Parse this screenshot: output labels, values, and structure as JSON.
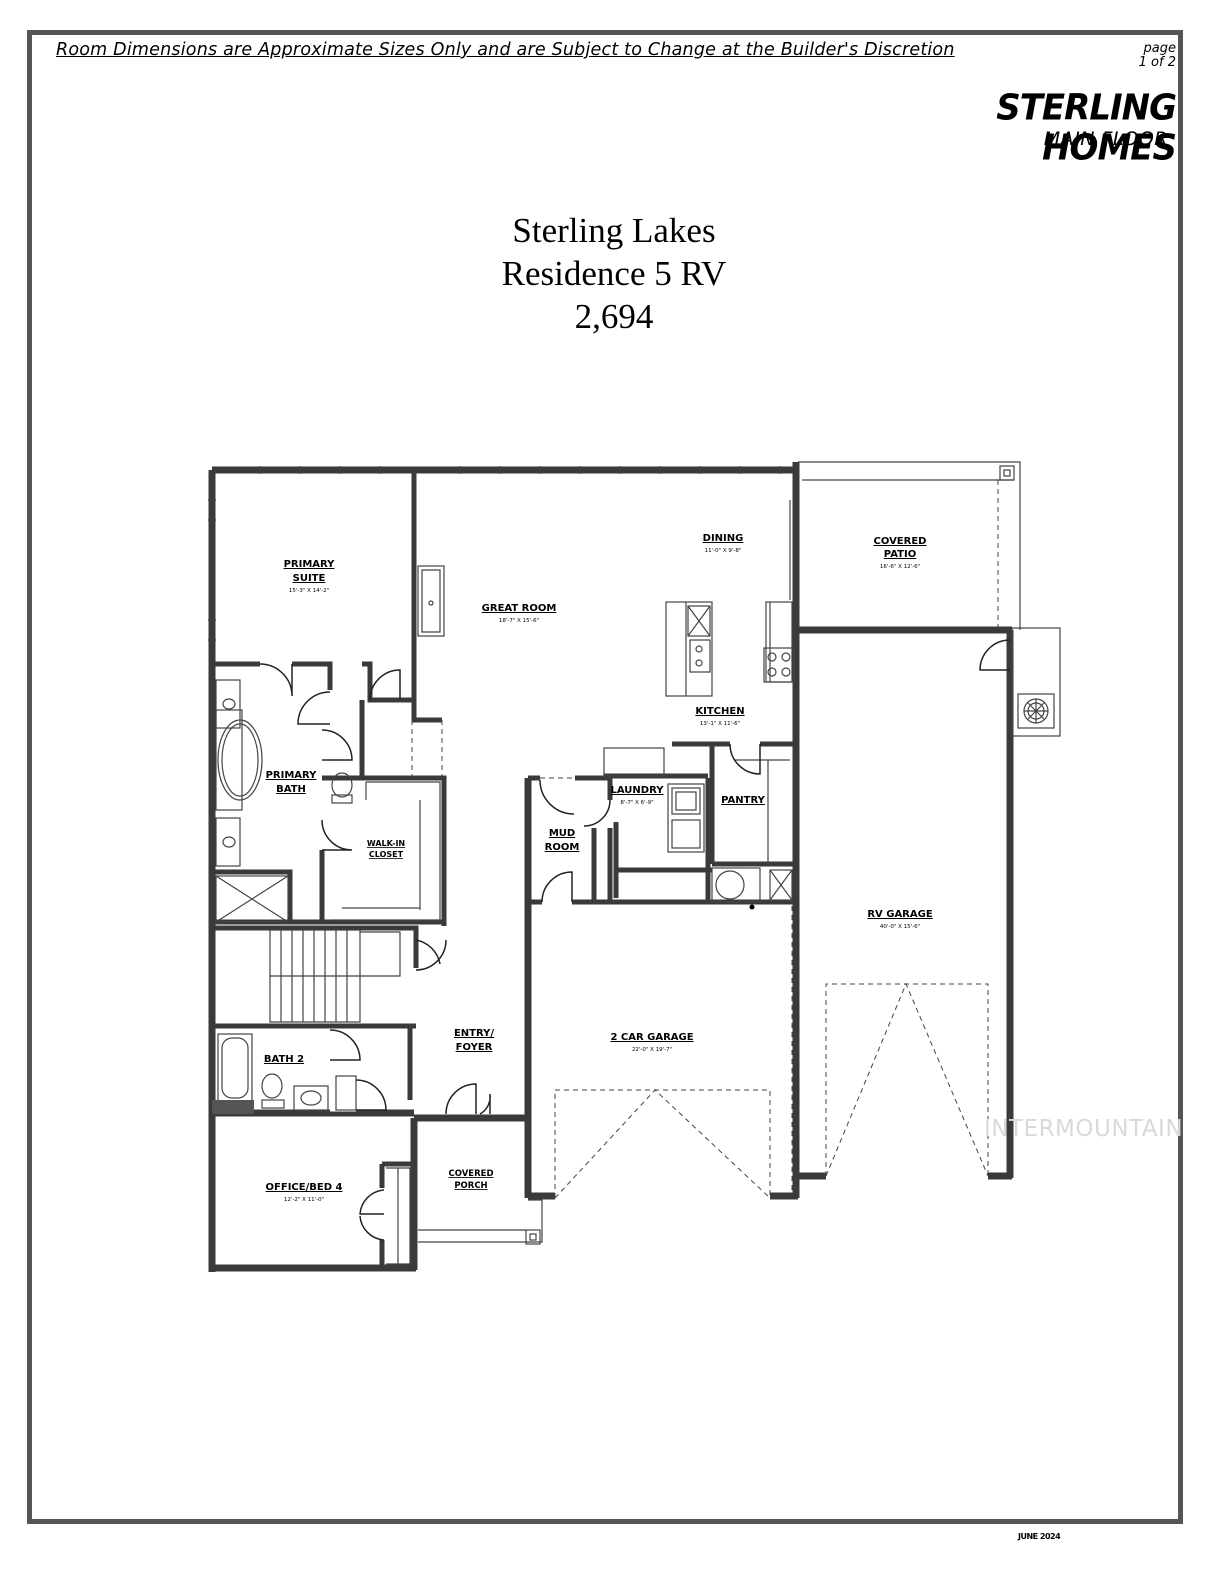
{
  "header": {
    "disclaimer": "Room Dimensions are Approximate Sizes Only and are Subject to Change at the Builder's Discretion",
    "page_label": "page",
    "page_count": "1 of 2",
    "brand": "STERLING HOMES",
    "floor": "MAIN FLOOR"
  },
  "title": {
    "community": "Sterling Lakes",
    "model": "Residence 5 RV",
    "sqft": "2,694"
  },
  "rooms": {
    "primary_suite": {
      "name_1": "PRIMARY",
      "name_2": "SUITE",
      "dims": "15'-3\" X 14'-2\""
    },
    "great_room": {
      "name": "GREAT ROOM",
      "dims": "18'-7\" X 15'-6\""
    },
    "dining": {
      "name": "DINING",
      "dims": "11'-0\" X 9'-8\""
    },
    "covered_patio": {
      "name_1": "COVERED",
      "name_2": "PATIO",
      "dims": "16'-6\" X 12'-6\""
    },
    "kitchen": {
      "name": "KITCHEN",
      "dims": "13'-1\" X 11'-6\""
    },
    "primary_bath": {
      "name_1": "PRIMARY",
      "name_2": "BATH"
    },
    "walk_in_closet": {
      "name_1": "WALK-IN",
      "name_2": "CLOSET"
    },
    "laundry": {
      "name": "LAUNDRY",
      "dims": "8'-7\" X 6'-9\""
    },
    "pantry": {
      "name": "PANTRY"
    },
    "mud_room": {
      "name_1": "MUD",
      "name_2": "ROOM"
    },
    "rv_garage": {
      "name": "RV GARAGE",
      "dims": "40'-0\" X 15'-6\""
    },
    "entry_foyer": {
      "name_1": "ENTRY/",
      "name_2": "FOYER"
    },
    "two_car_garage": {
      "name": "2 CAR GARAGE",
      "dims": "22'-0\" X 19'-7\""
    },
    "bath_2": {
      "name": "BATH 2"
    },
    "office_bed4": {
      "name": "OFFICE/BED 4",
      "dims": "12'-2\" X 11'-0\""
    },
    "covered_porch": {
      "name_1": "COVERED",
      "name_2": "PORCH"
    }
  },
  "footer": {
    "watermark": "INTERMOUNTAIN",
    "date_stamp": "JUNE 2024"
  }
}
